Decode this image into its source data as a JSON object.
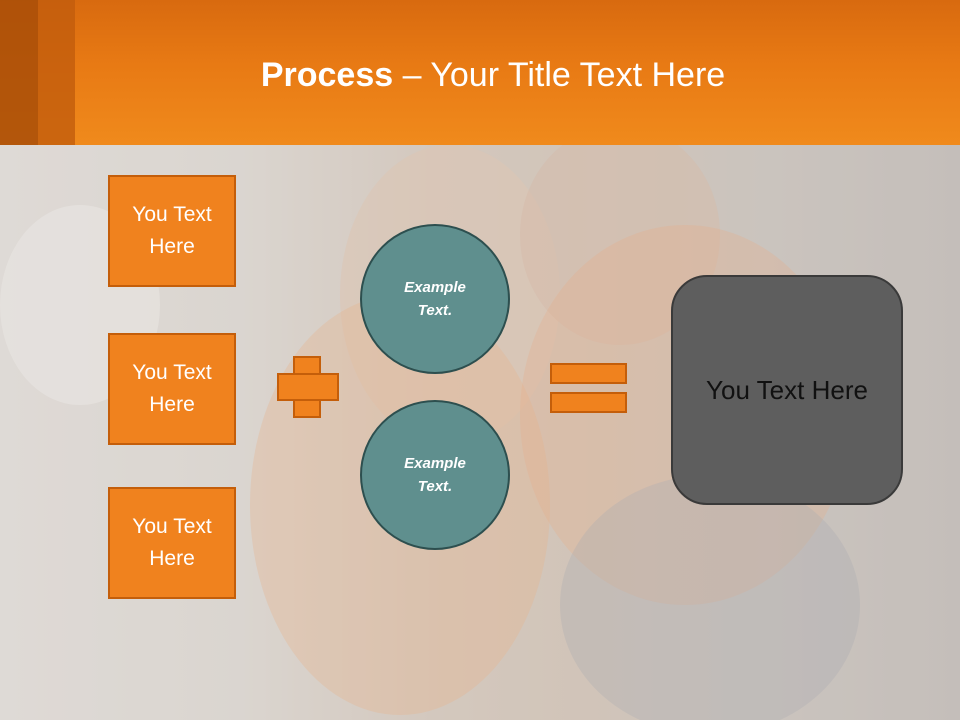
{
  "slide": {
    "title_bold": "Process",
    "title_rest": " – Your Title Text Here",
    "inputs": [
      "You Text Here",
      "You Text Here",
      "You Text Here"
    ],
    "circles": [
      "Example Text.",
      "Example Text."
    ],
    "result": "You Text Here",
    "colors": {
      "accent": "#f0821e",
      "circle": "#5f8f8e",
      "result": "#5e5e5e",
      "header": "#e87a14"
    }
  }
}
